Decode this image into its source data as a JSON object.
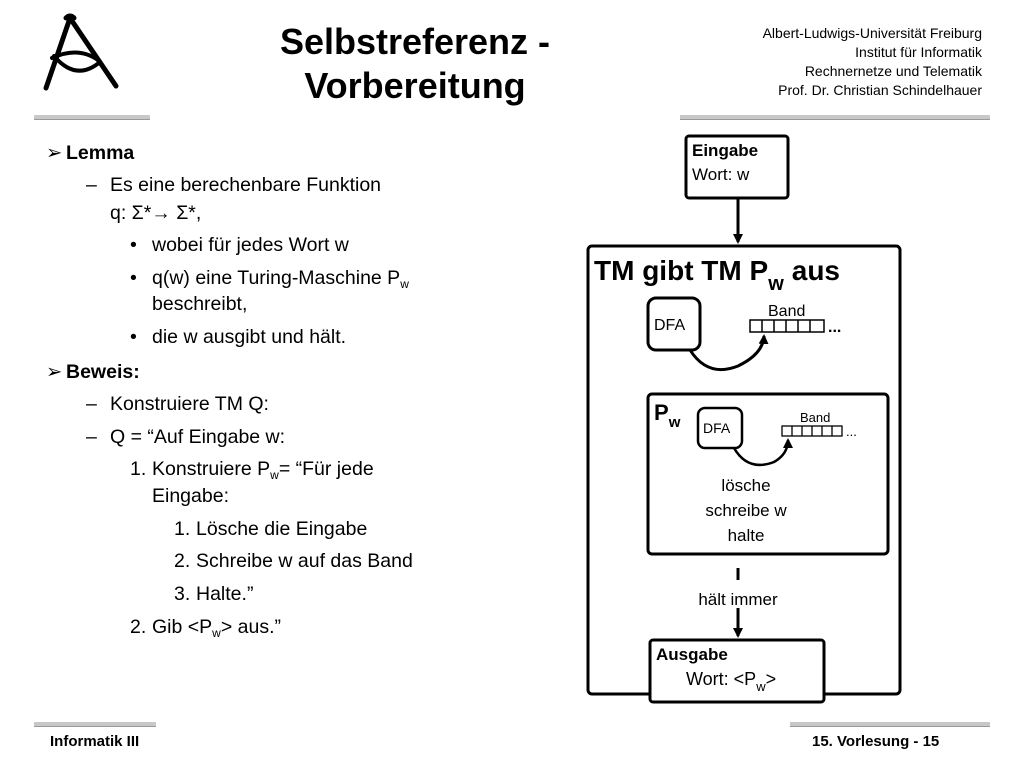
{
  "header": {
    "title_line1": "Selbstreferenz -",
    "title_line2": "Vorbereitung",
    "institution": [
      "Albert-Ludwigs-Universität Freiburg",
      "Institut für Informatik",
      "Rechnernetze und Telematik",
      "Prof. Dr. Christian Schindelhauer"
    ]
  },
  "content": {
    "lemma": {
      "heading": "Lemma",
      "line1": "Es eine berechenbare Funktion",
      "line2": "q: Σ*→ Σ*,",
      "bullets": {
        "b1": "wobei für jedes Wort w",
        "b2_pre": "q(w) eine Turing-Maschine P",
        "b2_sub": "w",
        "b2_cont": "beschreibt,",
        "b3": "die w ausgibt und hält."
      }
    },
    "beweis": {
      "heading": "Beweis:",
      "item1": "Konstruiere TM Q:",
      "item2": "Q = “Auf Eingabe w:",
      "step1_num": "1.",
      "step1_pre": "Konstruiere P",
      "step1_sub": "w",
      "step1_post": "= “Für jede",
      "step1_cont": "Eingabe:",
      "sub1_num": "1.",
      "sub1": "Lösche die Eingabe",
      "sub2_num": "2.",
      "sub2": "Schreibe w auf das Band",
      "sub3_num": "3.",
      "sub3": "Halte.”",
      "step2_num": "2.",
      "step2_pre": "Gib <P",
      "step2_sub": "w",
      "step2_post": "> aus.”"
    }
  },
  "diagram": {
    "input_title": "Eingabe",
    "input_text": "Wort: w",
    "main_title_pre": "TM gibt TM P",
    "main_title_sub": "w",
    "main_title_post": "aus",
    "dfa_label": "DFA",
    "band_label": "Band",
    "dots": "...",
    "pw_label": "P",
    "pw_sub": "w",
    "inner_dfa_label": "DFA",
    "inner_band_label": "Band",
    "inner_dots": "...",
    "action1": "lösche",
    "action2": "schreibe w",
    "action3": "halte",
    "halt_label": "hält immer",
    "output_title": "Ausgabe",
    "output_pre": "Wort: <P",
    "output_sub": "w",
    "output_post": ">"
  },
  "footer": {
    "left": "Informatik III",
    "right": "15. Vorlesung - 15"
  }
}
